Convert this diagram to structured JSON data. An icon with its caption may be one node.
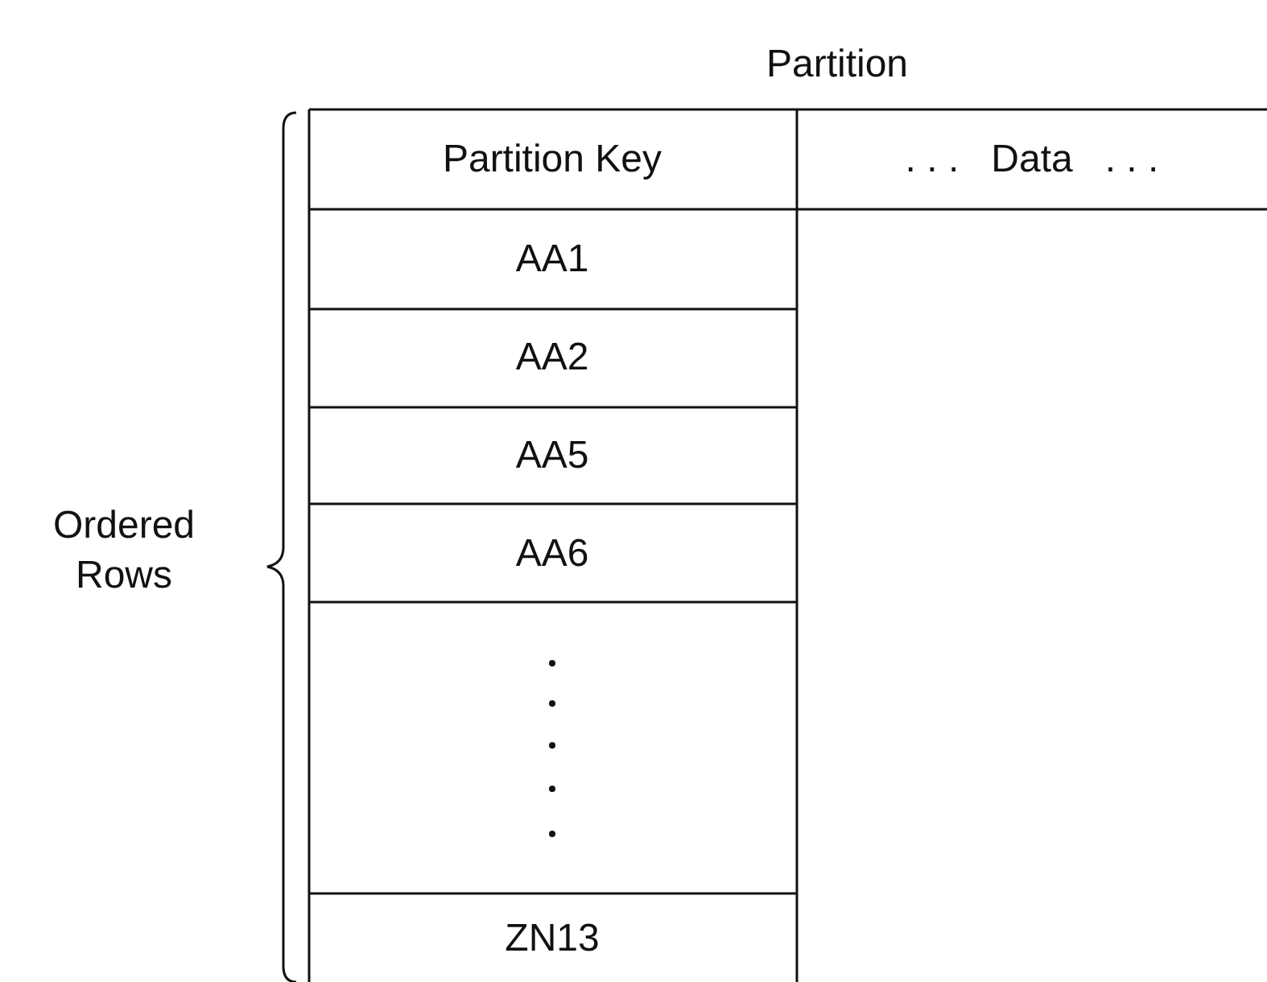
{
  "diagram": {
    "title": "Partition",
    "labels": [
      "Partition Key",
      ". . .   Data   . . .",
      "AA1",
      "AA2",
      "AA5",
      "AA6",
      "ZN13",
      "Ordered Rows"
    ]
  }
}
